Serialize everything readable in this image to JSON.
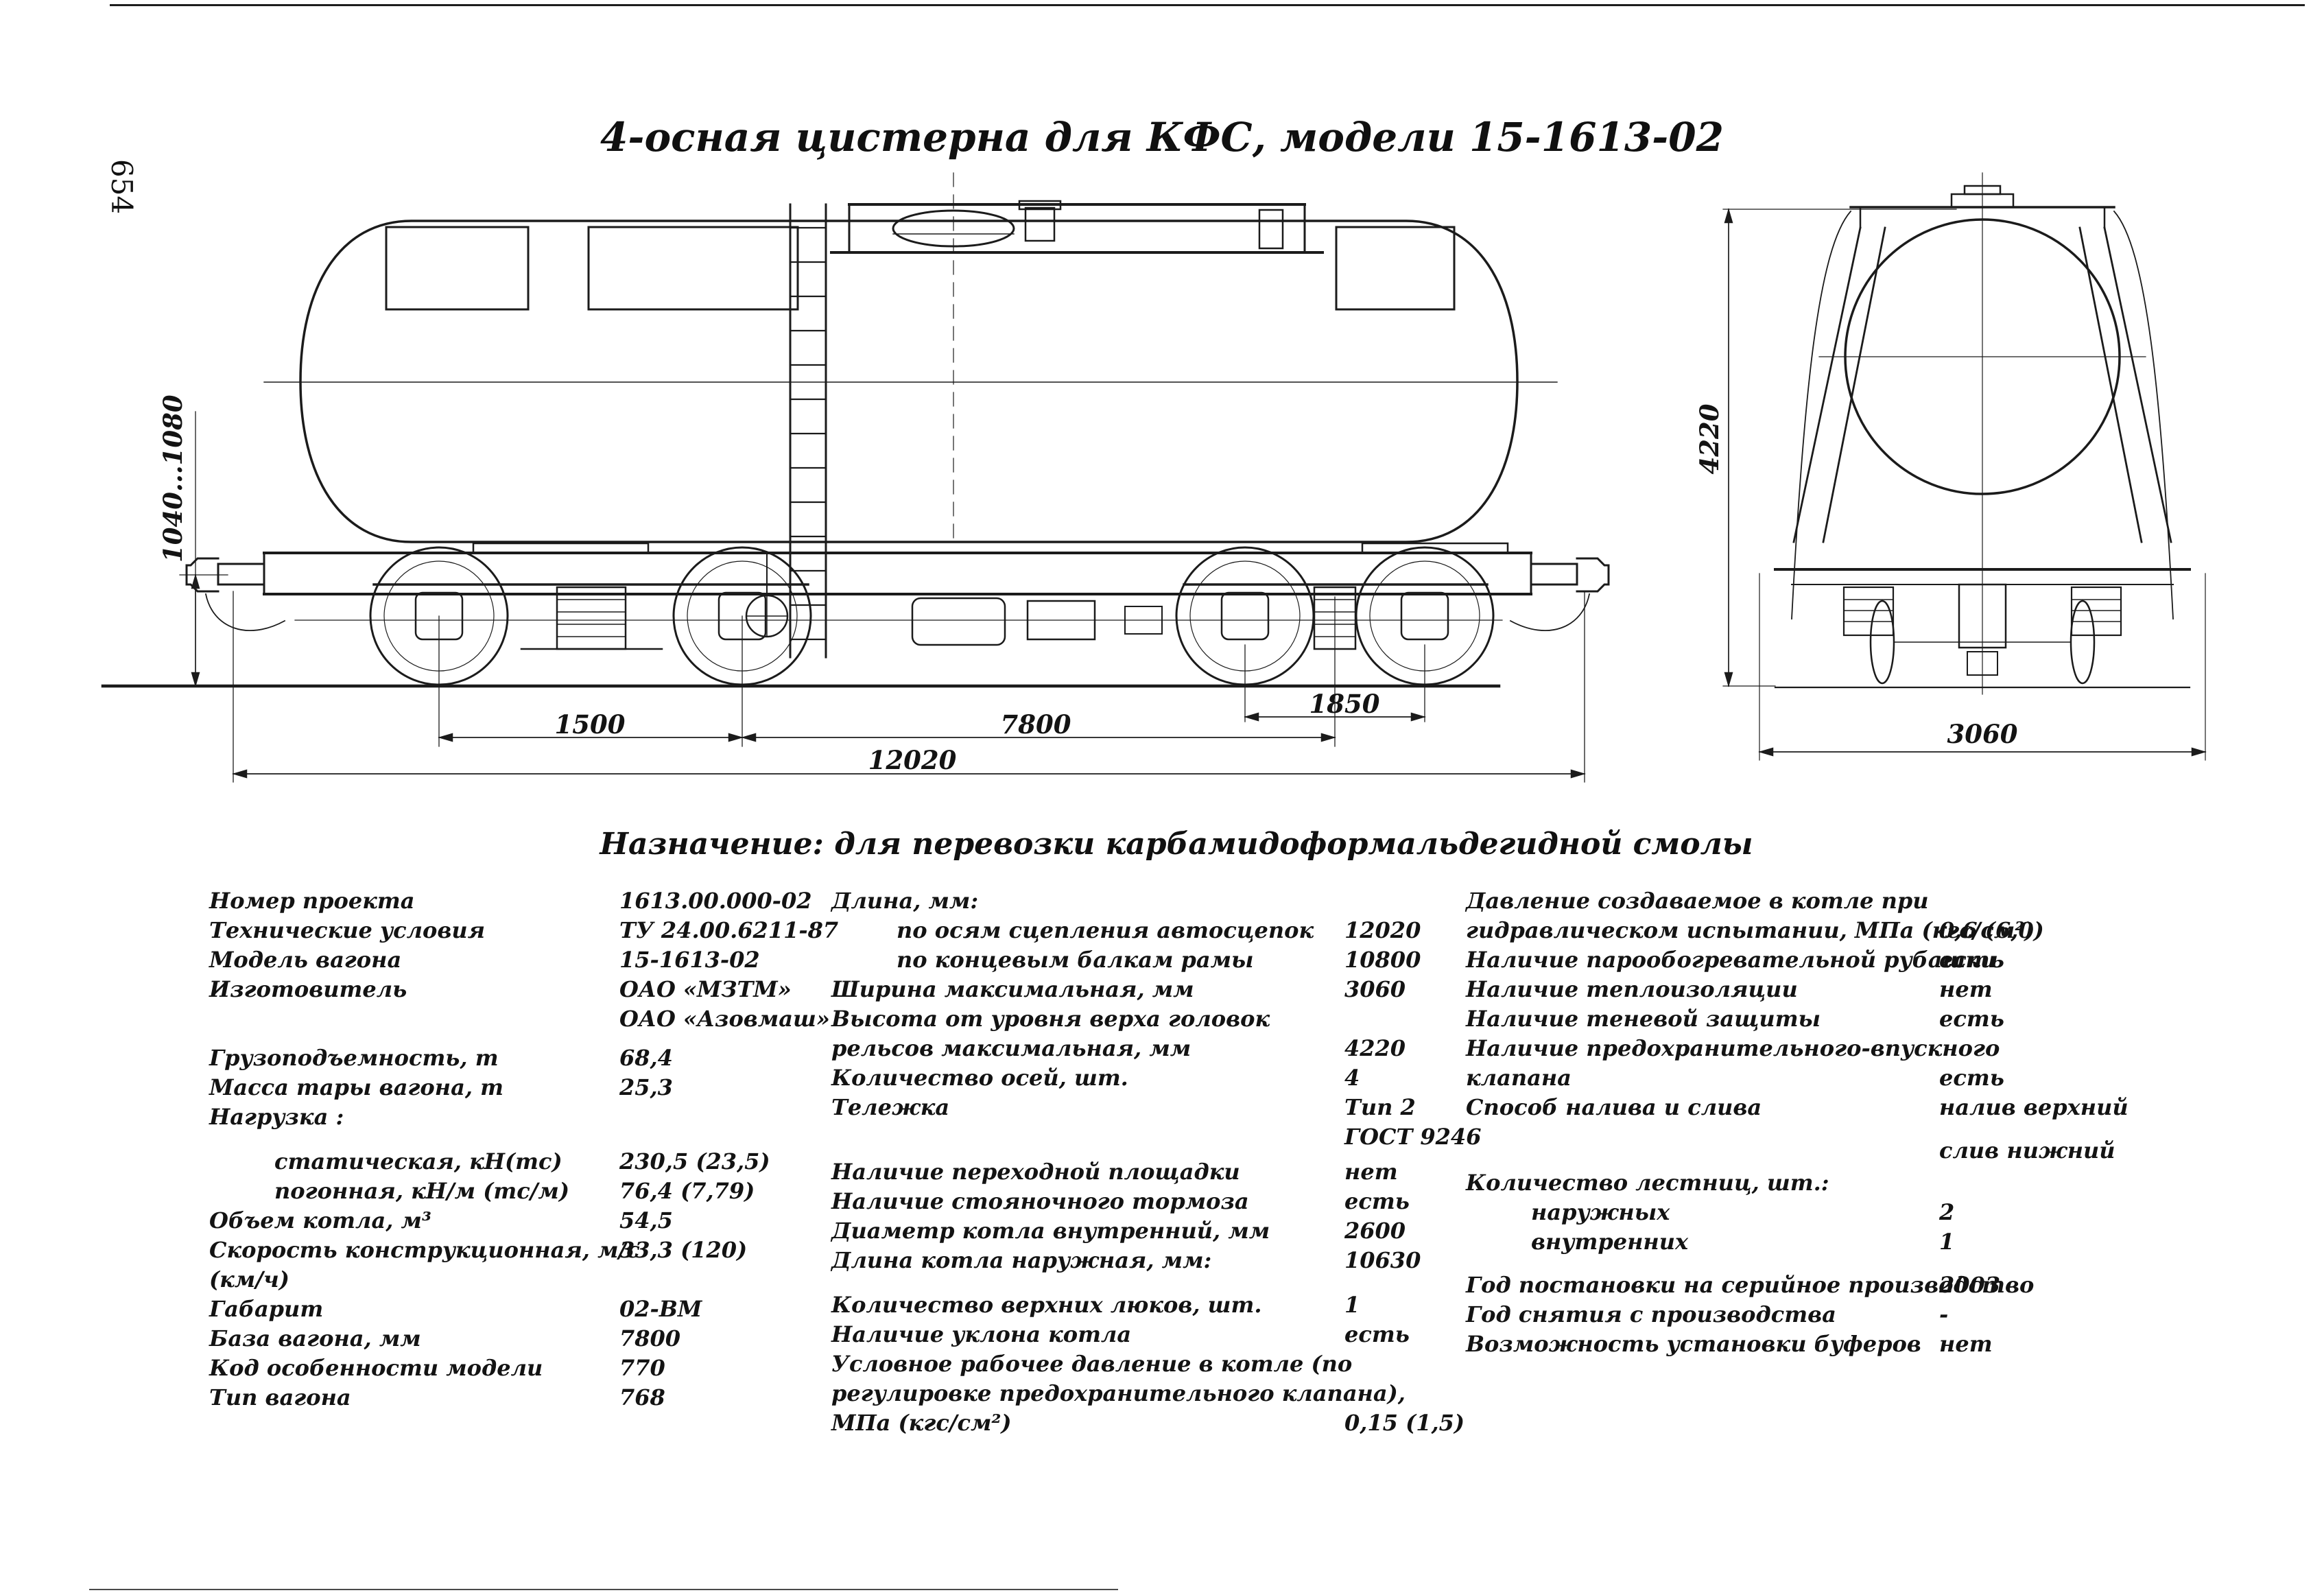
{
  "page": {
    "number": "654"
  },
  "title": "4-осная цистерна для КФС, модели 15-1613-02",
  "purpose": "Назначение: для перевозки карбамидоформальдегидной смолы",
  "drawing": {
    "side": {
      "height": "1040...1080",
      "front_bogie": "1500",
      "base": "7800",
      "rear_bogie": "1850",
      "length": "12020"
    },
    "end": {
      "height": "4220",
      "width": "3060"
    }
  },
  "specs": {
    "columns": [
      {
        "rows": [
          {
            "label": "Номер проекта",
            "value": "1613.00.000-02"
          },
          {
            "label": "Технические условия",
            "value": "ТУ 24.00.6211-87"
          },
          {
            "label": "Модель вагона",
            "value": "15-1613-02"
          },
          {
            "label": "Изготовитель",
            "value": "ОАО «МЗТМ»"
          },
          {
            "label": "",
            "value": "ОАО «Азовмаш»"
          },
          {
            "label": "Грузоподъемность, т",
            "value": "68,4",
            "gap": 14
          },
          {
            "label": "Масса тары вагона, т",
            "value": "25,3"
          },
          {
            "label": "Нагрузка :",
            "value": ""
          },
          {
            "label": "статическая, кН(тс)",
            "value": "230,5 (23,5)",
            "indent": true,
            "gap": 22
          },
          {
            "label": "погонная, кН/м (тс/м)",
            "value": "76,4 (7,79)",
            "indent": true
          },
          {
            "label": "Объем котла, м³",
            "value": "54,5"
          },
          {
            "label": "Скорость конструкционная, м/с",
            "value": "33,3 (120)"
          },
          {
            "label": "(км/ч)",
            "value": ""
          },
          {
            "label": "Габарит",
            "value": "02-ВМ"
          },
          {
            "label": "База вагона, мм",
            "value": "7800"
          },
          {
            "label": "Код особенности модели",
            "value": "770"
          },
          {
            "label": "Тип вагона",
            "value": "768"
          }
        ]
      },
      {
        "rows": [
          {
            "label": "Длина, мм:",
            "value": ""
          },
          {
            "label": "по осям сцепления автосцепок",
            "value": "12020",
            "indent": true
          },
          {
            "label": "по концевым балкам рамы",
            "value": "10800",
            "indent": true
          },
          {
            "label": "Ширина максимальная, мм",
            "value": "3060"
          },
          {
            "label": "Высота от уровня верха головок",
            "value": ""
          },
          {
            "label": "рельсов максимальная, мм",
            "value": "4220"
          },
          {
            "label": "Количество осей, шт.",
            "value": "4"
          },
          {
            "label": "Тележка",
            "value": "Тип 2"
          },
          {
            "label": "",
            "value": "ГОСТ 9246"
          },
          {
            "label": "Наличие переходной площадки",
            "value": "нет",
            "gap": 8
          },
          {
            "label": "Наличие стояночного тормоза",
            "value": "есть"
          },
          {
            "label": "Диаметр котла внутренний, мм",
            "value": "2600"
          },
          {
            "label": "Длина котла наружная, мм:",
            "value": "10630"
          },
          {
            "label": "Количество верхних люков, шт.",
            "value": "1",
            "gap": 22
          },
          {
            "label": "Наличие уклона котла",
            "value": "есть"
          },
          {
            "label": "Условное рабочее давление в котле  (по",
            "value": ""
          },
          {
            "label": "регулировке предохранительного клапана),",
            "value": ""
          },
          {
            "label": "МПа (кгс/см²)",
            "value": "0,15 (1,5)"
          }
        ]
      },
      {
        "rows": [
          {
            "label": "Давление создаваемое в котле при",
            "value": ""
          },
          {
            "label": "гидравлическом испытании, МПа (кгс/см²)",
            "value": "0,6 (6,0)"
          },
          {
            "label": "Наличие парообогревательной рубашки",
            "value": "есть"
          },
          {
            "label": "Наличие теплоизоляции",
            "value": "нет"
          },
          {
            "label": "Наличие теневой защиты",
            "value": "есть"
          },
          {
            "label": "Наличие предохранительного-впускного",
            "value": ""
          },
          {
            "label": "клапана",
            "value": "есть"
          },
          {
            "label": "Способ налива и слива",
            "value": "налив верхний"
          },
          {
            "label": "",
            "value": "слив нижний",
            "gap": 20
          },
          {
            "label": "Количество лестниц, шт.:",
            "value": "",
            "gap": 4
          },
          {
            "label": "наружных",
            "value": "2",
            "indent": true
          },
          {
            "label": "внутренних",
            "value": "1",
            "indent": true
          },
          {
            "label": "Год постановки на серийное производство",
            "value": "2003",
            "gap": 20
          },
          {
            "label": "Год снятия с производства",
            "value": "-"
          },
          {
            "label": "Возможность установки буферов",
            "value": "нет"
          }
        ]
      }
    ]
  }
}
